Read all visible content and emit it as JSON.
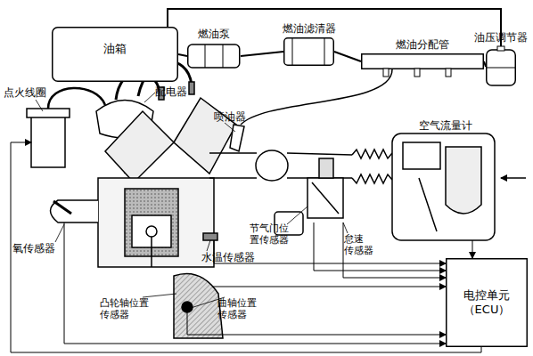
{
  "diagram": {
    "nodes": [
      {
        "text": [
          "油箱"
        ]
      },
      {
        "text": [
          "燃油泵"
        ]
      },
      {
        "text": [
          "燃油滤清器"
        ]
      },
      {
        "text": [
          "燃油分配管"
        ]
      },
      {
        "text": [
          "油压调节器"
        ]
      },
      {
        "text": [
          "电控单元 （ECU）"
        ]
      }
    ],
    "edges": [
      {
        "from": 0,
        "to": 1,
        "arrow": "none"
      },
      {
        "from": 1,
        "to": 2,
        "arrow": "none"
      },
      {
        "from": 2,
        "to": 3,
        "arrow": "none"
      },
      {
        "from": 3,
        "to": 4,
        "arrow": "none"
      },
      {
        "from": 4,
        "to": 0,
        "arrow": "none"
      }
    ],
    "labels": [
      "点火线圈",
      "配电器",
      "喷油器",
      "空气流量计",
      "氧传感器",
      "水温传感器",
      "节气门位 置传感器",
      "怠速 传感器",
      "凸轮轴位置 传感器",
      "曲轴位置 传感器"
    ]
  }
}
